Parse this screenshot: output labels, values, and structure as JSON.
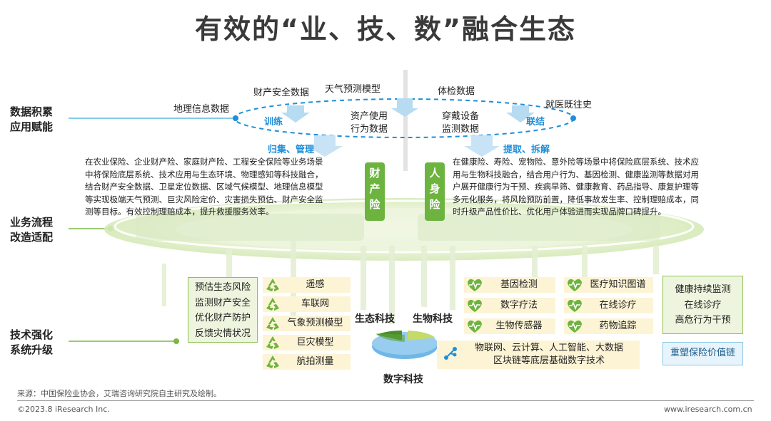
{
  "title": "有效的“业、技、数”融合生态",
  "row_labels": {
    "data": [
      "数据积累",
      "应用赋能"
    ],
    "process": [
      "业务流程",
      "改造适配"
    ],
    "tech": [
      "技术强化",
      "系统升级"
    ]
  },
  "data_layer": {
    "items": {
      "geo": "地理信息数据",
      "asset_safety": "财产安全数据",
      "weather_model": "天气预测模型",
      "asset_use_1": "资产使用",
      "asset_use_2": "行为数据",
      "checkup": "体检数据",
      "wearable_1": "穿戴设备",
      "wearable_2": "监测数据",
      "medical_history": "就医既往史"
    },
    "arrow_labels": {
      "train": "训练",
      "link": "联结"
    },
    "flow_labels": {
      "left": "归集、管理",
      "right": "提取、拆解"
    }
  },
  "property_insurance": {
    "tag": [
      "财",
      "产",
      "险"
    ],
    "lines": [
      "在农业保险、企业财产险、家庭财产险、工程安全保险等业务场景",
      "中将保险底层系统、技术应用与生态环境、物理感知等科技融合，",
      "结合财产安全数据、卫星定位数据、区域气候模型、地理信息模型",
      "等实现极端天气预测、巨灾风险定价、灾害损失预估、财产安全监",
      "测等目标。有效控制理赔成本，提升救援服务效率。"
    ]
  },
  "life_insurance": {
    "tag": [
      "人",
      "身",
      "险"
    ],
    "lines": [
      "在健康险、寿险、宠物险、意外险等场景中将保险底层系统、技术应",
      "用与生物科技融合，结合用户行为、基因检测、健康监测等数据对用",
      "户展开健康行为干预、疾病早筛、健康教育、药品指导、康复护理等",
      "多元化服务，将风险预防前置，降低事故发生率、控制理赔成本，同",
      "时升级产品性价比、优化用户体验进而实现品牌口碑提升。"
    ]
  },
  "tech_layer": {
    "eco_goals": [
      "预估生态风险",
      "监测财产安全",
      "优化财产防护",
      "反馈灾情状况"
    ],
    "eco_tech": [
      "遥感",
      "车联网",
      "气象预测模型",
      "巨灾模型",
      "航拍测量"
    ],
    "bio_tech": [
      "基因检测",
      "医疗知识图谱",
      "数字疗法",
      "在线诊疗",
      "生物传感器",
      "药物追踪"
    ],
    "digital": [
      "物联网、云计算、人工智能、大数据",
      "区块链等底层基础数字技术"
    ],
    "health_goals": [
      "健康持续监测",
      "在线诊疗",
      "高危行为干预"
    ],
    "value_chain": "重塑保险价值链",
    "eco_label": "生态科技",
    "bio_label": "生物科技",
    "digital_label": "数字科技"
  },
  "footer": {
    "source": "来源：中国保险业协会，艾瑞咨询研究院自主研究及绘制。",
    "copyright": "©2023.8 iResearch Inc.",
    "website": "www.iresearch.com.cn"
  },
  "colors": {
    "green": "#6db33f",
    "light_green": "#edf5de",
    "blue": "#1e8fd8",
    "chip": "#fdf4d6",
    "value_chain_bg": "#e7f4fb"
  },
  "icons": {
    "eco_tech": "recycle-icon",
    "bio_tech": "heartbeat-icon",
    "digital": "network-icon"
  }
}
